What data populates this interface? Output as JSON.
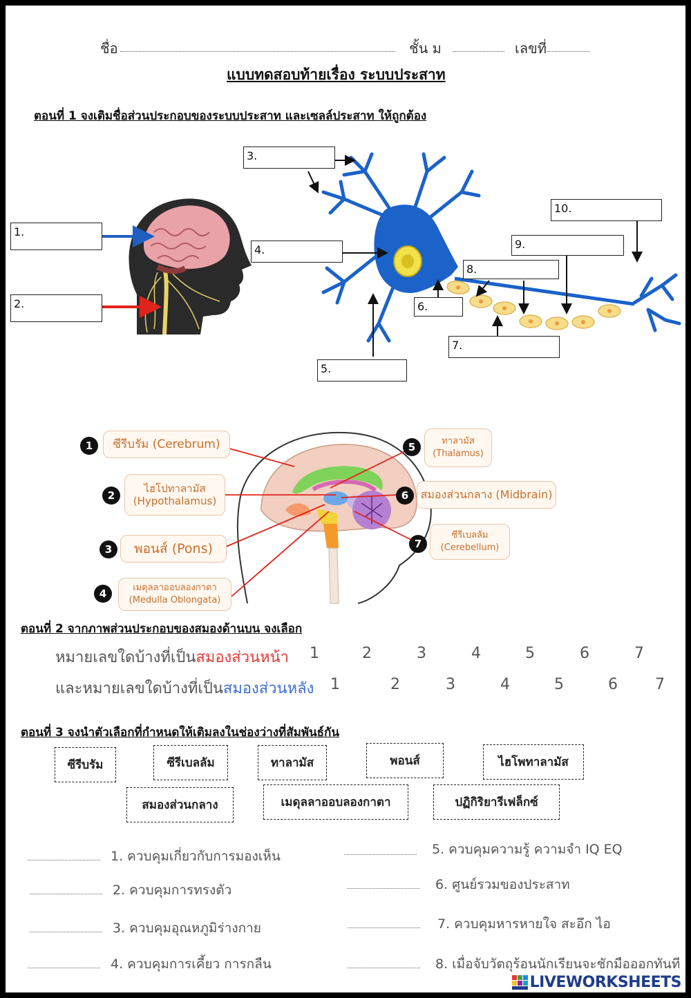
{
  "header": {
    "name_label": "ชื่อ",
    "class_label": "ชั้น ม",
    "number_label": "เลขที่"
  },
  "title": "แบบทดสอบท้ายเรื่อง ระบบประสาท",
  "part1": {
    "heading": "ตอนที่ 1   จงเติมชื่อส่วนประกอบของระบบประสาท และเซลล์ประสาท ให้ถูกต้อง",
    "labels": [
      "1.",
      "2.",
      "3.",
      "4.",
      "5.",
      "6.",
      "7.",
      "8.",
      "9.",
      "10."
    ]
  },
  "brain": {
    "parts": [
      {
        "num": "1",
        "thai": "ซีรีบรัม",
        "en": "(Cerebrum)"
      },
      {
        "num": "2",
        "thai": "ไฮโปทาลามัส",
        "en": "(Hypothalamus)"
      },
      {
        "num": "3",
        "thai": "พอนส์",
        "en": "(Pons)"
      },
      {
        "num": "4",
        "thai": "เมดุลลาออบลองกาตา",
        "en": "(Medulla Oblongata)"
      },
      {
        "num": "5",
        "thai": "ทาลามัส",
        "en": "(Thalamus)"
      },
      {
        "num": "6",
        "thai": "สมองส่วนกลาง",
        "en": "(Midbrain)"
      },
      {
        "num": "7",
        "thai": "ซีรีเบลลัม",
        "en": "(Cerebellum)"
      }
    ]
  },
  "part2": {
    "heading": "ตอนที่ 2 จากภาพส่วนประกอบของสมองด้านบน จงเลือก",
    "q1_prefix": "หมายเลขใดบ้างที่เป็น",
    "q1_highlight": "สมองส่วนหน้า",
    "q2_prefix": "และหมายเลขใดบ้างที่เป็น",
    "q2_highlight": "สมองส่วนหลัง",
    "options": [
      "1",
      "2",
      "3",
      "4",
      "5",
      "6",
      "7"
    ],
    "colors": {
      "front": "#e53935",
      "back": "#3f6fd1"
    }
  },
  "part3": {
    "heading": "ตอนที่ 3 จงนำตัวเลือกที่กำหนดให้เติมลงในช่องว่างที่สัมพันธ์กัน",
    "choices": [
      "ซีรีบรัม",
      "ซีรีเบลลัม",
      "ทาลามัส",
      "พอนส์",
      "ไฮโพทาลามัส",
      "สมองส่วนกลาง",
      "เมดุลลาออบลองกาตา",
      "ปฏิกิริยารีเฟล็กซ์"
    ],
    "items": [
      "1. ควบคุมเกี่ยวกับการมองเห็น",
      "2. ควบคุมการทรงตัว",
      "3. ควบคุมอุณหภูมิร่างกาย",
      "4. ควบคุมการเคี้ยว การกลืน",
      "5. ควบคุมความรู้ ความจำ IQ  EQ",
      "6. ศูนย์รวมของประสาท",
      "7. ควบคุมหารหายใจ  สะอึก  ไอ",
      "8. เมื่อจับวัตถุร้อนนักเรียนจะชักมือออกทันที"
    ]
  },
  "watermark": "LIVEWORKSHEETS"
}
